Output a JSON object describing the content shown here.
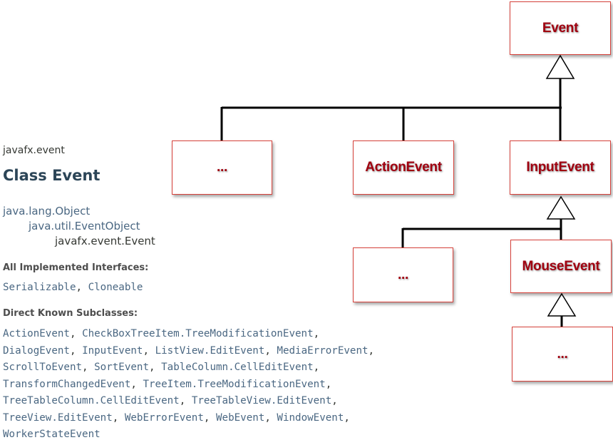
{
  "javadoc": {
    "package": "javafx.event",
    "class_title": "Class Event",
    "inheritance": [
      "java.lang.Object",
      "java.util.EventObject",
      "javafx.event.Event"
    ],
    "implemented_heading": "All Implemented Interfaces:",
    "implemented": [
      "Serializable",
      "Cloneable"
    ],
    "subclasses_heading": "Direct Known Subclasses:",
    "subclass_lines": [
      [
        "ActionEvent",
        "CheckBoxTreeItem.TreeModificationEvent"
      ],
      [
        "DialogEvent",
        "InputEvent",
        "ListView.EditEvent",
        "MediaErrorEvent"
      ],
      [
        "ScrollToEvent",
        "SortEvent",
        "TableColumn.CellEditEvent"
      ],
      [
        "TransformChangedEvent",
        "TreeItem.TreeModificationEvent"
      ],
      [
        "TreeTableColumn.CellEditEvent",
        "TreeTableView.EditEvent"
      ],
      [
        "TreeView.EditEvent",
        "WebErrorEvent",
        "WebEvent",
        "WindowEvent"
      ],
      [
        "WorkerStateEvent"
      ]
    ]
  },
  "diagram": {
    "nodes": {
      "event": "Event",
      "other_top": "...",
      "action_event": "ActionEvent",
      "input_event": "InputEvent",
      "other_mid": "...",
      "mouse_event": "MouseEvent",
      "other_bottom": "..."
    },
    "colors": {
      "box_border": "#d6413a",
      "label": "#a0000f",
      "line": "#000000"
    }
  }
}
